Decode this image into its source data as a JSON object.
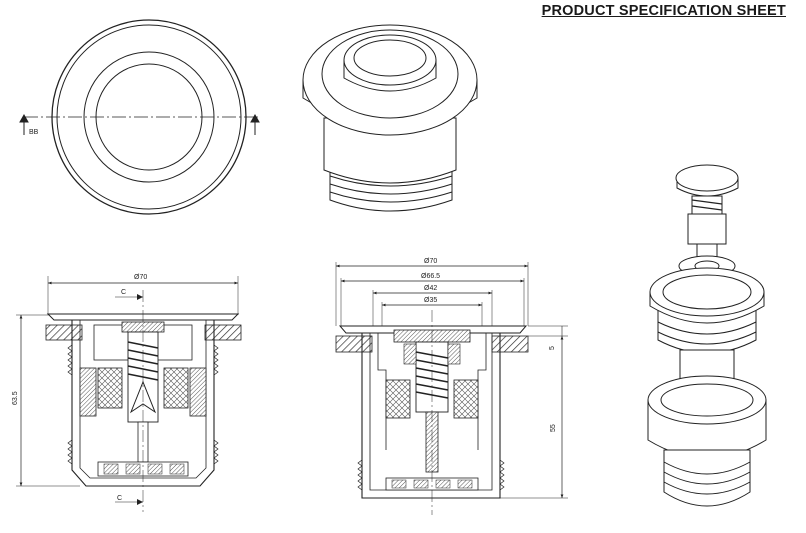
{
  "header": {
    "title": "PRODUCT SPECIFICATION SHEET"
  },
  "top_view": {
    "section_mark": "BB"
  },
  "section_left": {
    "width_label": "Ø70",
    "height_label": "63.5",
    "section_mark_top": "C",
    "section_mark_bottom": "C"
  },
  "section_right": {
    "d_outer": "Ø70",
    "d_flange": "Ø66.5",
    "d_mid": "Ø42",
    "d_inner": "Ø35",
    "flange_thickness": "5",
    "height_label": "55"
  },
  "colors": {
    "line": "#222222",
    "hatch": "#333333",
    "fill": "#ffffff"
  },
  "icons": {
    "section_arrow": "section-arrow-icon"
  }
}
